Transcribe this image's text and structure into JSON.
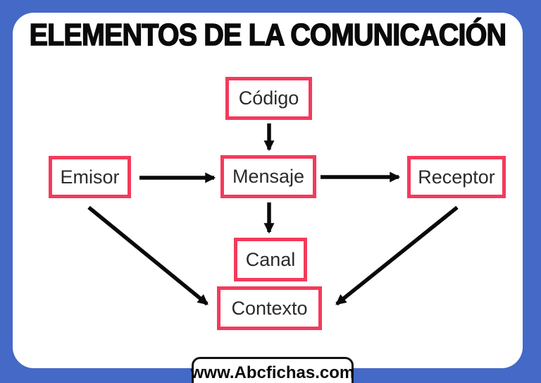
{
  "title": "ELEMENTOS DE LA COMUNICACIÓN",
  "watermark": "www.Abcfichas.com",
  "colors": {
    "background_blue": "#4469C6",
    "card_white": "#FFFFFF",
    "box_border_pink": "#F43A5C",
    "arrow_black": "#0A0A0A",
    "text_black": "#2B2B2B"
  },
  "diagram": {
    "nodes": [
      {
        "id": "codigo",
        "label": "Código"
      },
      {
        "id": "emisor",
        "label": "Emisor"
      },
      {
        "id": "mensaje",
        "label": "Mensaje"
      },
      {
        "id": "receptor",
        "label": "Receptor"
      },
      {
        "id": "canal",
        "label": "Canal"
      },
      {
        "id": "contexto",
        "label": "Contexto"
      }
    ],
    "edges": [
      {
        "from": "codigo",
        "to": "mensaje",
        "direction": "down"
      },
      {
        "from": "emisor",
        "to": "mensaje",
        "direction": "right"
      },
      {
        "from": "mensaje",
        "to": "receptor",
        "direction": "right"
      },
      {
        "from": "mensaje",
        "to": "canal",
        "direction": "down"
      },
      {
        "from": "emisor",
        "to": "contexto",
        "direction": "down-right"
      },
      {
        "from": "receptor",
        "to": "contexto",
        "direction": "down-left"
      }
    ]
  }
}
